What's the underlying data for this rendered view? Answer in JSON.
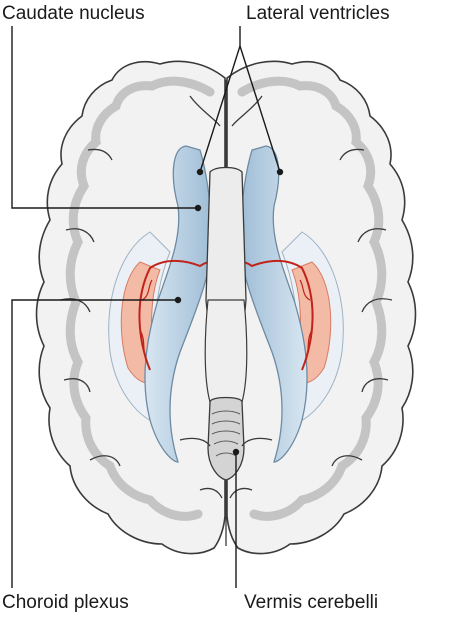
{
  "labels": {
    "caudate": "Caudate nucleus",
    "lateral": "Lateral ventricles",
    "choroid": "Choroid plexus",
    "vermis": "Vermis cerebelli"
  },
  "colors": {
    "cortex_fill": "#f2f2f2",
    "cortex_band": "#c8c8c8",
    "outline": "#3a3a3a",
    "ventricle": "#bcd3e6",
    "ventricle_shade": "#8fb0cc",
    "choroid": "#f2b7a2",
    "choroid_vessel": "#c0231a",
    "leader_line": "#1a1a1a"
  }
}
